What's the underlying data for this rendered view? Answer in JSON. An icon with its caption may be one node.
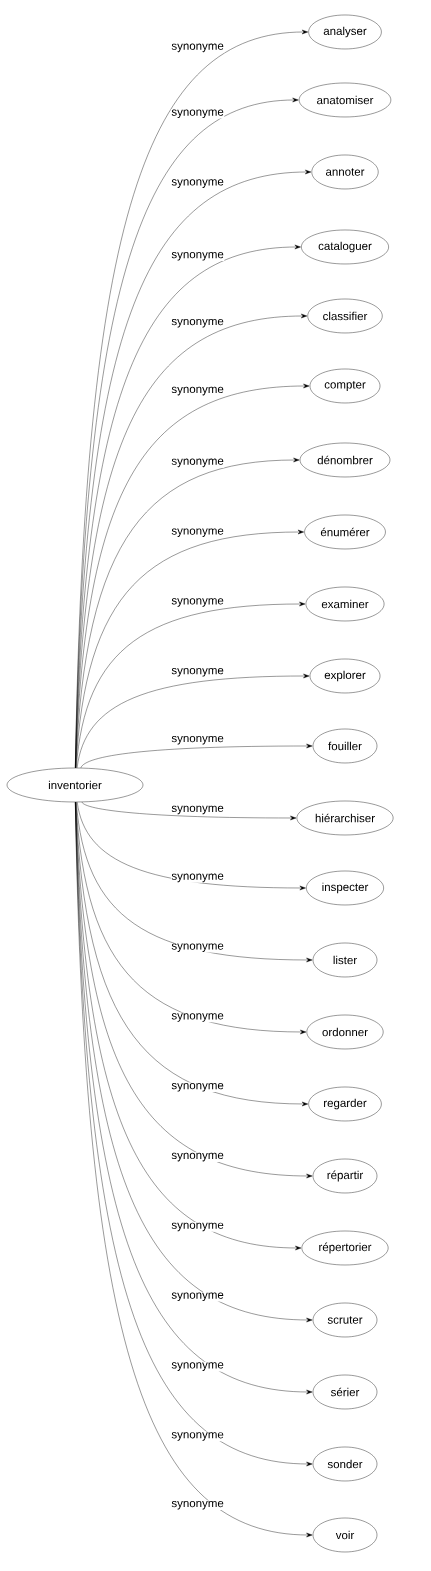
{
  "diagram": {
    "nodes": [
      {
        "text": [
          "inventorier"
        ]
      },
      {
        "text": [
          "analyser"
        ]
      },
      {
        "text": [
          "anatomiser"
        ]
      },
      {
        "text": [
          "annoter"
        ]
      },
      {
        "text": [
          "cataloguer"
        ]
      },
      {
        "text": [
          "classifier"
        ]
      },
      {
        "text": [
          "compter"
        ]
      },
      {
        "text": [
          "dénombrer"
        ]
      },
      {
        "text": [
          "énumérer"
        ]
      },
      {
        "text": [
          "examiner"
        ]
      },
      {
        "text": [
          "explorer"
        ]
      },
      {
        "text": [
          "fouiller"
        ]
      },
      {
        "text": [
          "hiérarchiser"
        ]
      },
      {
        "text": [
          "inspecter"
        ]
      },
      {
        "text": [
          "lister"
        ]
      },
      {
        "text": [
          "ordonner"
        ]
      },
      {
        "text": [
          "regarder"
        ]
      },
      {
        "text": [
          "répartir"
        ]
      },
      {
        "text": [
          "répertorier"
        ]
      },
      {
        "text": [
          "scruter"
        ]
      },
      {
        "text": [
          "sérier"
        ]
      },
      {
        "text": [
          "sonder"
        ]
      },
      {
        "text": [
          "voir"
        ]
      }
    ],
    "edges": [
      {
        "from": 0,
        "to": 1,
        "arrow": "to",
        "label": "synonyme"
      },
      {
        "from": 0,
        "to": 2,
        "arrow": "to",
        "label": "synonyme"
      },
      {
        "from": 0,
        "to": 3,
        "arrow": "to",
        "label": "synonyme"
      },
      {
        "from": 0,
        "to": 4,
        "arrow": "to",
        "label": "synonyme"
      },
      {
        "from": 0,
        "to": 5,
        "arrow": "to",
        "label": "synonyme"
      },
      {
        "from": 0,
        "to": 6,
        "arrow": "to",
        "label": "synonyme"
      },
      {
        "from": 0,
        "to": 7,
        "arrow": "to",
        "label": "synonyme"
      },
      {
        "from": 0,
        "to": 8,
        "arrow": "to",
        "label": "synonyme"
      },
      {
        "from": 0,
        "to": 9,
        "arrow": "to",
        "label": "synonyme"
      },
      {
        "from": 0,
        "to": 10,
        "arrow": "to",
        "label": "synonyme"
      },
      {
        "from": 0,
        "to": 11,
        "arrow": "to",
        "label": "synonyme"
      },
      {
        "from": 0,
        "to": 12,
        "arrow": "to",
        "label": "synonyme"
      },
      {
        "from": 0,
        "to": 13,
        "arrow": "to",
        "label": "synonyme"
      },
      {
        "from": 0,
        "to": 14,
        "arrow": "to",
        "label": "synonyme"
      },
      {
        "from": 0,
        "to": 15,
        "arrow": "to",
        "label": "synonyme"
      },
      {
        "from": 0,
        "to": 16,
        "arrow": "to",
        "label": "synonyme"
      },
      {
        "from": 0,
        "to": 17,
        "arrow": "to",
        "label": "synonyme"
      },
      {
        "from": 0,
        "to": 18,
        "arrow": "to",
        "label": "synonyme"
      },
      {
        "from": 0,
        "to": 19,
        "arrow": "to",
        "label": "synonyme"
      },
      {
        "from": 0,
        "to": 20,
        "arrow": "to",
        "label": "synonyme"
      },
      {
        "from": 0,
        "to": 21,
        "arrow": "to",
        "label": "synonyme"
      },
      {
        "from": 0,
        "to": 22,
        "arrow": "to",
        "label": "synonyme"
      }
    ]
  }
}
